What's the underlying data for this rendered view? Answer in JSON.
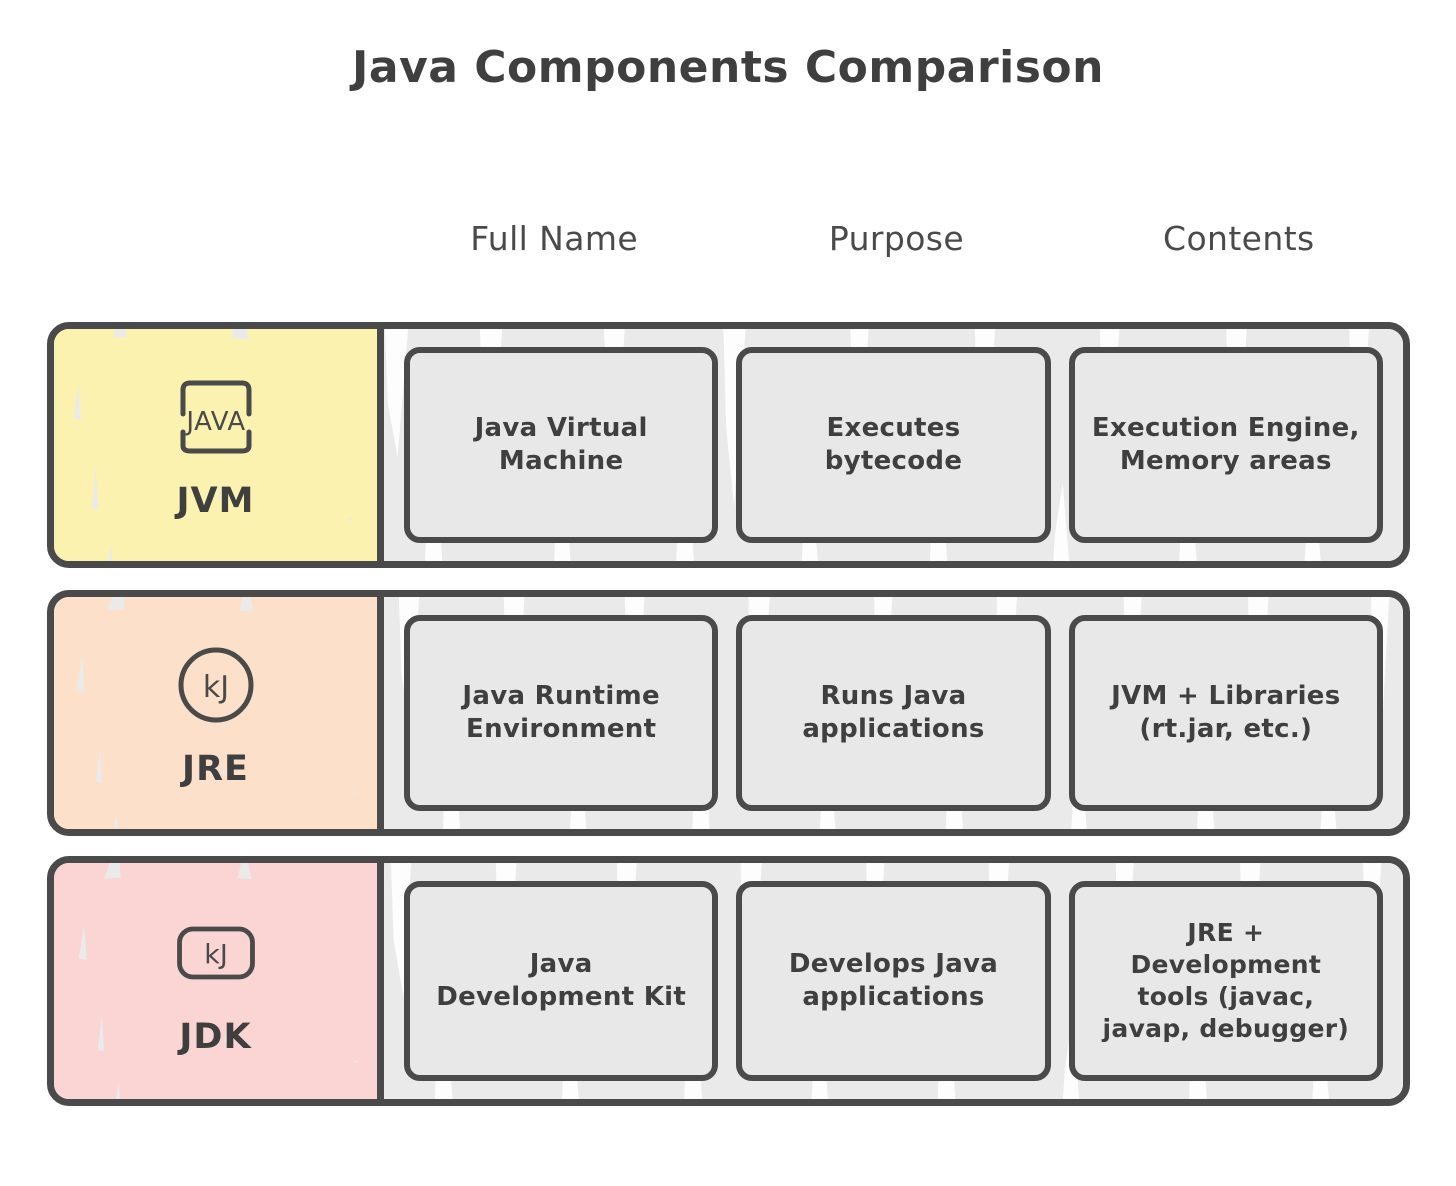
{
  "title": "Java Components Comparison",
  "colors": {
    "ink": "#4a4a4a",
    "text": "#3f3f3f",
    "cell_bg": "#e8e8e8",
    "cells_area_bg": "#eaeaea",
    "jvm_accent": "#fbf2b0",
    "jre_accent": "#fce0ca",
    "jdk_accent": "#fbd4d4",
    "page_bg": "#ffffff"
  },
  "columns": [
    {
      "label": "Full Name"
    },
    {
      "label": "Purpose"
    },
    {
      "label": "Contents"
    }
  ],
  "rows": [
    {
      "key": "jvm",
      "label": "JVM",
      "icon": "java-logo-icon",
      "icon_text": "JAVA",
      "accent": "#fbf2b0",
      "full_name": "Java Virtual\nMachine",
      "purpose": "Executes\nbytecode",
      "contents": "Execution Engine,\nMemory areas"
    },
    {
      "key": "jre",
      "label": "JRE",
      "icon": "kilojoule-circle-icon",
      "icon_text": "kJ",
      "accent": "#fce0ca",
      "full_name": "Java Runtime\nEnvironment",
      "purpose": "Runs Java\napplications",
      "contents": "JVM + Libraries\n(rt.jar, etc.)"
    },
    {
      "key": "jdk",
      "label": "JDK",
      "icon": "kilojoule-box-icon",
      "icon_text": "kJ",
      "accent": "#fbd4d4",
      "full_name": "Java\nDevelopment Kit",
      "purpose": "Develops Java\napplications",
      "contents": "JRE +\nDevelopment\ntools (javac,\njavap, debugger)"
    }
  ]
}
